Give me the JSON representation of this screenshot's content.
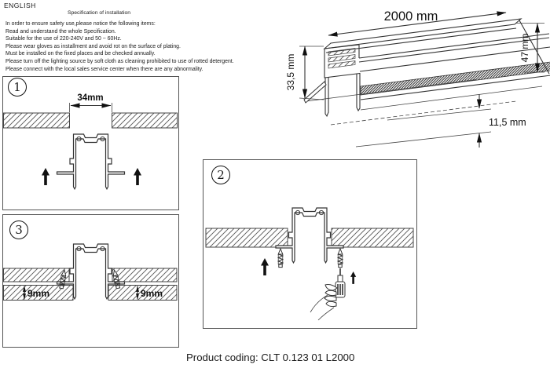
{
  "header": {
    "language": "ENGLISH",
    "title": "Specification of installation",
    "instructions": [
      "In order to ensure safety use,please notice the following items:",
      "Read and understand the whole Specification.",
      "Suitable for the use of 220-240V and 50 ~ 60Hz.",
      "Please wear gloves as installment and avoid rot on the surface of plating.",
      "Must be installed on the fixed places and be checked annually.",
      "Please turn off the lighting source by soft cloth as cleaning prohibited to use of rotted detergent.",
      "Please connect with the local sales service center when there are any abnormality."
    ]
  },
  "iso_drawing": {
    "length": "2000 mm",
    "height_front": "33,5 mm",
    "height_total": "47 mm",
    "recess_depth": "11,5 mm"
  },
  "steps": {
    "step1": {
      "number": "1",
      "cutout_width": "34mm"
    },
    "step2": {
      "number": "2"
    },
    "step3": {
      "number": "3",
      "panel_left": "9mm",
      "panel_right": "9mm"
    }
  },
  "footer": {
    "product_coding": "Product coding: CLT 0.123 01 L2000"
  },
  "colors": {
    "line": "#333333",
    "hatch": "#555555",
    "background": "#ffffff"
  }
}
